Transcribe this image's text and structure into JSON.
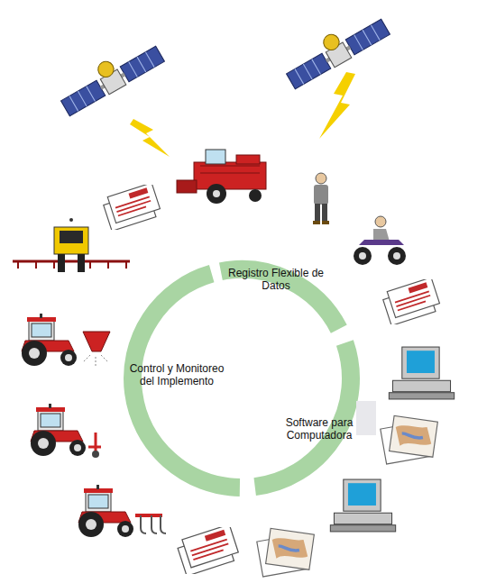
{
  "diagram": {
    "labels": [
      "Registro Flexible de Datos",
      "Control y Monitoreo del Implemento",
      "Software para Computadora"
    ]
  }
}
